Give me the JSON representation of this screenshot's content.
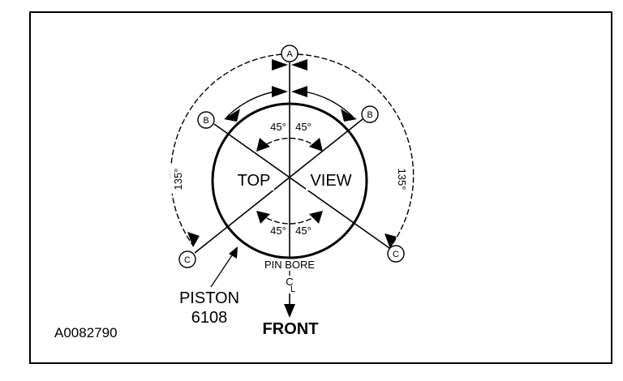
{
  "figure_id": "A0082790",
  "title_left": "TOP",
  "title_right": "VIEW",
  "markers": {
    "a": "A",
    "b": "B",
    "c": "C"
  },
  "angles": {
    "upper_left": "45°",
    "upper_right": "45°",
    "lower_left": "45°",
    "lower_right": "45°",
    "outer_left": "135°",
    "outer_right": "135°"
  },
  "pin_bore_label": "PIN BORE",
  "centerline_symbol": "C",
  "centerline_sub": "L",
  "piston_label": "PISTON",
  "piston_number": "6108",
  "front_label": "FRONT"
}
